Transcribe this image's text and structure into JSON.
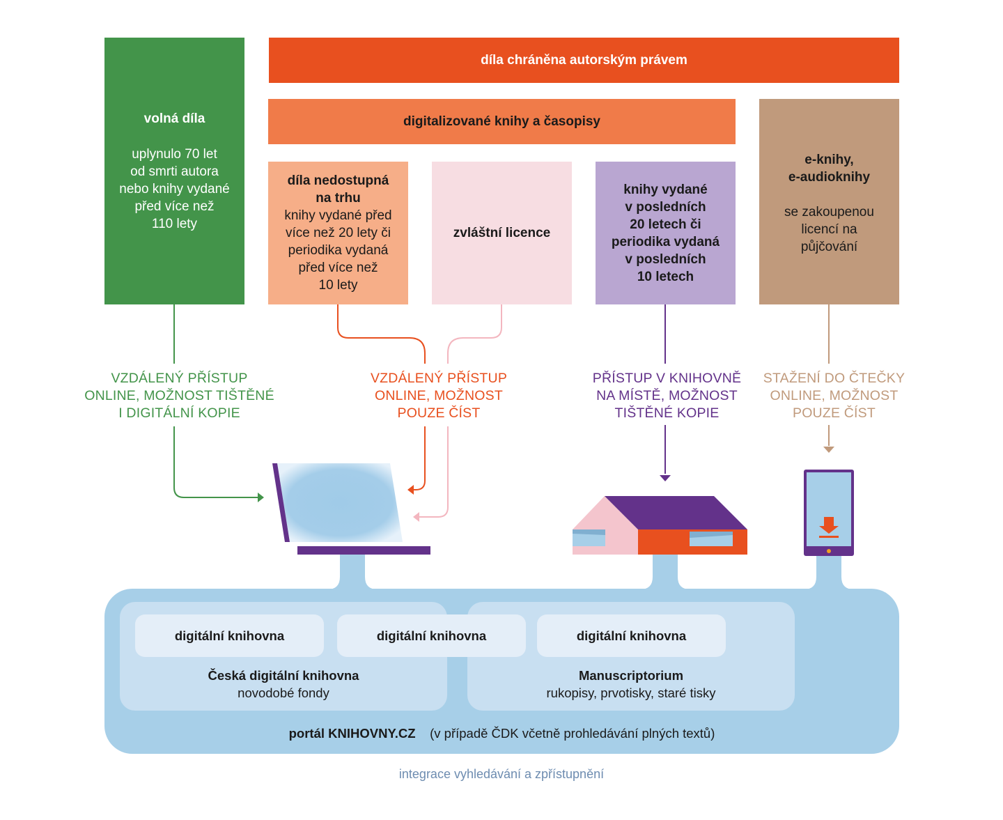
{
  "colors": {
    "green": "#43944a",
    "orange_red": "#e8501f",
    "orange": "#f07b49",
    "salmon": "#f6ae88",
    "pink": "#f7dde2",
    "lavender": "#b9a6d1",
    "tan": "#c09a7c",
    "purple": "#63328a",
    "light_blue": "#a7cfe8"
  },
  "top": {
    "copyright_title": "díla chráněna autorským právem",
    "digitized_title": "digitalizované knihy a časopisy"
  },
  "free_works": {
    "title": "volná díla",
    "text_lines": [
      "uplynulo 70 let",
      "od smrti autora",
      "nebo knihy vydané",
      "před více než",
      "110 lety"
    ]
  },
  "out_of_market": {
    "title_lines": [
      "díla nedostupná",
      "na trhu"
    ],
    "text_lines": [
      "knihy vydané před",
      "více než 20 lety či",
      "periodika vydaná",
      "před více než",
      "10 lety"
    ]
  },
  "special_license": {
    "title": "zvláštní licence"
  },
  "recent": {
    "title_lines": [
      "knihy vydané",
      "v posledních",
      "20 letech či",
      "periodika vydaná",
      "v posledních",
      "10 letech"
    ]
  },
  "ebooks": {
    "title_lines": [
      "e-knihy,",
      "e-audioknihy"
    ],
    "text_lines": [
      "se zakoupenou",
      "licencí na",
      "půjčování"
    ]
  },
  "access": {
    "green_lines": [
      "VZDÁLENÝ PŘÍSTUP",
      "ONLINE, MOŽNOST TIŠTĚNÉ",
      "I DIGITÁLNÍ KOPIE"
    ],
    "orange_lines": [
      "VZDÁLENÝ PŘÍSTUP",
      "ONLINE, MOŽNOST",
      "POUZE ČÍST"
    ],
    "purple_lines": [
      "PŘÍSTUP V KNIHOVNĚ",
      "NA MÍSTĚ, MOŽNOST",
      "TIŠTĚNÉ KOPIE"
    ],
    "tan_lines": [
      "STAŽENÍ DO ČTEČKY",
      "ONLINE, MOŽNOST",
      "POUZE ČÍST"
    ]
  },
  "portal": {
    "pill_1": "digitální knihovna",
    "pill_2": "digitální knihovna",
    "pill_3": "digitální knihovna",
    "cdk_title": "Česká digitální knihovna",
    "cdk_sub": "novodobé fondy",
    "ms_title": "Manuscriptorium",
    "ms_sub": "rukopisy, prvotisky, staré tisky",
    "portal_name": "portál KNIHOVNY.CZ",
    "portal_note": "(v případě ČDK včetně prohledávání plných textů)"
  },
  "caption": "integrace vyhledávání a zpřístupnění"
}
